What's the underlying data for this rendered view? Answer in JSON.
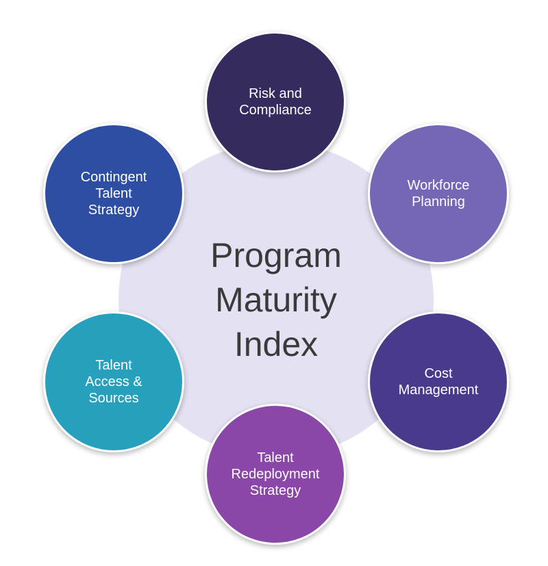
{
  "center": {
    "title": "Program\nMaturity\nIndex",
    "color": "#e4e1f2"
  },
  "nodes": [
    {
      "id": "risk",
      "label": "Risk and\nCompliance",
      "color": "#362a5e"
    },
    {
      "id": "workforce",
      "label": "Workforce\nPlanning",
      "color": "#7566b6"
    },
    {
      "id": "cost",
      "label": "Cost\nManagement",
      "color": "#4a3a8c"
    },
    {
      "id": "redeploy",
      "label": "Talent\nRedeployment\nStrategy",
      "color": "#8a47a8"
    },
    {
      "id": "access",
      "label": "Talent\nAccess &\nSources",
      "color": "#26a0bd"
    },
    {
      "id": "contingent",
      "label": "Contingent\nTalent\nStrategy",
      "color": "#2d4ea3"
    }
  ]
}
